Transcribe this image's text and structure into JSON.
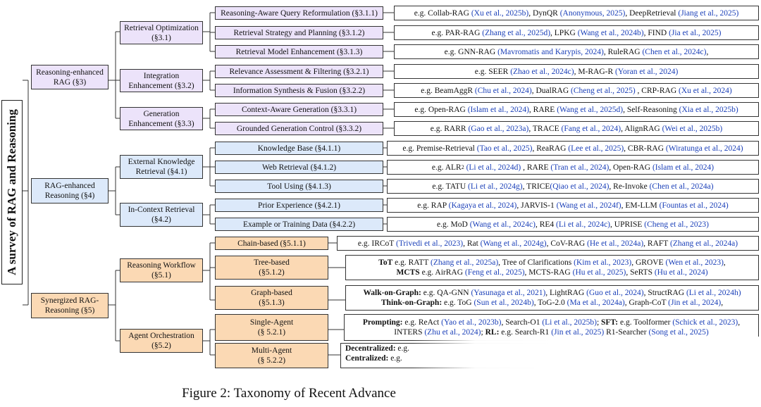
{
  "root": "A survey of RAG and Reasoning",
  "caption": "Figure 2: Taxonomy of Recent Advance",
  "colors": {
    "purple": "#ece3fa",
    "blue": "#dce9fa",
    "orange": "#fbd9b4",
    "citation": "#1a3fb8"
  },
  "categories": {
    "reasoning_enhanced": "Reasoning-enhanced RAG (§3)",
    "rag_enhanced": "RAG-enhanced Reasoning (§4)",
    "synergized": "Synergized RAG-Reasoning (§5)"
  },
  "subcategories": {
    "retrieval_opt": "Retrieval Optimization (§3.1)",
    "integration": "Integration Enhancement (§3.2)",
    "generation": "Generation Enhancement (§3.3)",
    "external": "External Knowledge Retrieval (§4.1)",
    "incontext": "In-Context Retrieval (§4.2)",
    "workflow": "Reasoning Workflow (§5.1)",
    "agent": "Agent Orchestration (§5.2)"
  },
  "topics": {
    "t311": "Reasoning-Aware Query Reformulation (§3.1.1)",
    "t312": "Retrieval Strategy and Planning (§3.1.2)",
    "t313": "Retrieval Model Enhancement (§3.1.3)",
    "t321": "Relevance Assessment & Filtering (§3.2.1)",
    "t322": "Information Synthesis & Fusion (§3.2.2)",
    "t331": "Context-Aware Generation (§3.3.1)",
    "t332": "Grounded Generation Control (§3.3.2)",
    "t411": "Knowledge Base (§4.1.1)",
    "t412": "Web Retrieval (§4.1.2)",
    "t413": "Tool Using (§4.1.3)",
    "t421": "Prior Experience (§4.2.1)",
    "t422": "Example or Training Data (§4.2.2)",
    "t511": "Chain-based (§5.1.1)",
    "t512a": "Tree-based",
    "t512b": "(§5.1.2)",
    "t513a": "Graph-based",
    "t513b": "(§5.1.3)",
    "t521a": "Single-Agent",
    "t521b": "(§ 5.2.1)",
    "t522a": "Multi-Agent",
    "t522b": "(§ 5.2.2)"
  },
  "leaves": {
    "l311": [
      [
        "",
        "e.g. Collab-RAG "
      ],
      [
        "c",
        "(Xu et al., 2025b)"
      ],
      [
        "",
        ", DynQR "
      ],
      [
        "c",
        "(Anonymous, 2025)"
      ],
      [
        "",
        ", DeepRetrieval "
      ],
      [
        "c",
        "(Jiang et al., 2025)"
      ]
    ],
    "l312": [
      [
        "",
        "e.g. PAR-RAG "
      ],
      [
        "c",
        "(Zhang et al., 2025d)"
      ],
      [
        "",
        ", LPKG "
      ],
      [
        "c",
        "(Wang et al., 2024b)"
      ],
      [
        "",
        ", FIND "
      ],
      [
        "c",
        "(Jia et al., 2025)"
      ]
    ],
    "l313": [
      [
        "",
        "e.g. GNN-RAG "
      ],
      [
        "c",
        "(Mavromatis and Karypis, 2024)"
      ],
      [
        "",
        ", RuleRAG "
      ],
      [
        "c",
        "(Chen et al., 2024c)"
      ],
      [
        "",
        ","
      ]
    ],
    "l321": [
      [
        "",
        "e.g. SEER "
      ],
      [
        "c",
        "(Zhao et al., 2024c)"
      ],
      [
        "",
        ", M-RAG-R "
      ],
      [
        "c",
        "(Yoran et al., 2024)"
      ]
    ],
    "l322": [
      [
        "",
        "e.g. BeamAggR "
      ],
      [
        "c",
        "(Chu et al., 2024)"
      ],
      [
        "",
        ", DualRAG "
      ],
      [
        "c",
        "(Cheng et al., 2025)"
      ],
      [
        "",
        " , CRP-RAG "
      ],
      [
        "c",
        "(Xu et al., 2024)"
      ]
    ],
    "l331": [
      [
        "",
        "e.g. Open-RAG "
      ],
      [
        "c",
        "(Islam et al., 2024)"
      ],
      [
        "",
        ", RARE "
      ],
      [
        "c",
        "(Wang et al., 2025d)"
      ],
      [
        "",
        ", Self-Reasoning "
      ],
      [
        "c",
        "(Xia et al., 2025b)"
      ]
    ],
    "l332": [
      [
        "",
        "e.g. RARR "
      ],
      [
        "c",
        "(Gao et al., 2023a)"
      ],
      [
        "",
        ", TRACE "
      ],
      [
        "c",
        "(Fang et al., 2024)"
      ],
      [
        "",
        ", AlignRAG "
      ],
      [
        "c",
        "(Wei et al., 2025b)"
      ]
    ],
    "l411": [
      [
        "",
        "e.g. Premise-Retrieval "
      ],
      [
        "c",
        "(Tao et al., 2025)"
      ],
      [
        "",
        ", ReaRAG "
      ],
      [
        "c",
        "(Lee et al., 2025)"
      ],
      [
        "",
        ", CBR-RAG "
      ],
      [
        "c",
        "(Wiratunga et al., 2024)"
      ]
    ],
    "l412": [
      [
        "",
        "e.g. ALR"
      ],
      [
        "s",
        "2"
      ],
      [
        "",
        " "
      ],
      [
        "c",
        "(Li et al., 2024d)"
      ],
      [
        "",
        " , RARE "
      ],
      [
        "c",
        "(Tran et al., 2024)"
      ],
      [
        "",
        ", Open-RAG "
      ],
      [
        "c",
        "(Islam et al., 2024)"
      ]
    ],
    "l413": [
      [
        "",
        "e.g. TATU "
      ],
      [
        "c",
        "(Li et al., 2024g)"
      ],
      [
        "",
        ", TRICE"
      ],
      [
        "c",
        "(Qiao et al., 2024)"
      ],
      [
        "",
        ", Re-Invoke "
      ],
      [
        "c",
        "(Chen et al., 2024a)"
      ]
    ],
    "l421": [
      [
        "",
        "e.g. RAP "
      ],
      [
        "c",
        "(Kagaya et al., 2024)"
      ],
      [
        "",
        ", JARVIS-1 "
      ],
      [
        "c",
        "(Wang et al., 2024f)"
      ],
      [
        "",
        ", EM-LLM "
      ],
      [
        "c",
        "(Fountas et al., 2024)"
      ]
    ],
    "l422": [
      [
        "",
        "e.g. MoD "
      ],
      [
        "c",
        "(Wang et al., 2024c)"
      ],
      [
        "",
        ", RE4 "
      ],
      [
        "c",
        "(Li et al., 2024c)"
      ],
      [
        "",
        ", UPRISE "
      ],
      [
        "c",
        "(Cheng et al., 2023)"
      ]
    ],
    "l511": [
      [
        "",
        "e.g. IRCoT "
      ],
      [
        "c",
        "(Trivedi et al., 2023)"
      ],
      [
        "",
        ", Rat "
      ],
      [
        "c",
        "(Wang et al., 2024g)"
      ],
      [
        "",
        ", CoV-RAG "
      ],
      [
        "c",
        "(He et al., 2024a)"
      ],
      [
        "",
        ", RAFT "
      ],
      [
        "c",
        "(Zhang et al., 2024a)"
      ]
    ],
    "l512a": [
      [
        "b",
        "ToT"
      ],
      [
        "",
        " e.g. RATT "
      ],
      [
        "c",
        "(Zhang et al., 2025a)"
      ],
      [
        "",
        ", Tree of Clarifications "
      ],
      [
        "c",
        "(Kim et al., 2023)"
      ],
      [
        "",
        ", GROVE "
      ],
      [
        "c",
        "(Wen et al., 2023)"
      ],
      [
        "",
        ","
      ]
    ],
    "l512b": [
      [
        "b",
        "MCTS"
      ],
      [
        "",
        " e.g. AirRAG "
      ],
      [
        "c",
        "(Feng et al., 2025)"
      ],
      [
        "",
        ", MCTS-RAG "
      ],
      [
        "c",
        "(Hu et al., 2025)"
      ],
      [
        "",
        ", SeRTS "
      ],
      [
        "c",
        "(Hu et al., 2024)"
      ]
    ],
    "l513a": [
      [
        "b",
        "Walk-on-Graph:"
      ],
      [
        "",
        " e.g. QA-GNN "
      ],
      [
        "c",
        "(Yasunaga et al., 2021)"
      ],
      [
        "",
        ", LightRAG "
      ],
      [
        "c",
        "(Guo et al., 2024)"
      ],
      [
        "",
        ", StructRAG "
      ],
      [
        "c",
        "(Li et al., 2024h)"
      ]
    ],
    "l513b": [
      [
        "b",
        "Think-on-Graph:"
      ],
      [
        "",
        " e.g. ToG "
      ],
      [
        "c",
        "(Sun et al., 2024b)"
      ],
      [
        "",
        ", ToG-2.0 "
      ],
      [
        "c",
        "(Ma et al., 2024a)"
      ],
      [
        "",
        ", Graph-CoT "
      ],
      [
        "c",
        "(Jin et al., 2024)"
      ],
      [
        "",
        ","
      ]
    ],
    "l521a": [
      [
        "b",
        "Prompting:"
      ],
      [
        "",
        " e.g. ReAct "
      ],
      [
        "c",
        "(Yao et al., 2023b)"
      ],
      [
        "",
        ", Search-O1 "
      ],
      [
        "c",
        "(Li et al., 2025b)"
      ],
      [
        "",
        "; "
      ],
      [
        "b",
        "SFT:"
      ],
      [
        "",
        " e.g. Toolformer "
      ],
      [
        "c",
        "(Schick et al., 2023)"
      ],
      [
        "",
        ","
      ]
    ],
    "l521b": [
      [
        "",
        "INTERS "
      ],
      [
        "c",
        "(Zhu et al., 2024)"
      ],
      [
        "",
        "; "
      ],
      [
        "b",
        "RL:"
      ],
      [
        "",
        " e.g. Search-R1 "
      ],
      [
        "c",
        "(Jin et al., 2025)"
      ],
      [
        "",
        " R1-Searcher "
      ],
      [
        "c",
        "(Song et al., 2025)"
      ]
    ],
    "l522a": [
      [
        "b",
        "Decentralized:"
      ],
      [
        "",
        " e.g."
      ]
    ],
    "l522b": [
      [
        "b",
        "Centralized:"
      ],
      [
        "",
        " e.g."
      ]
    ]
  }
}
